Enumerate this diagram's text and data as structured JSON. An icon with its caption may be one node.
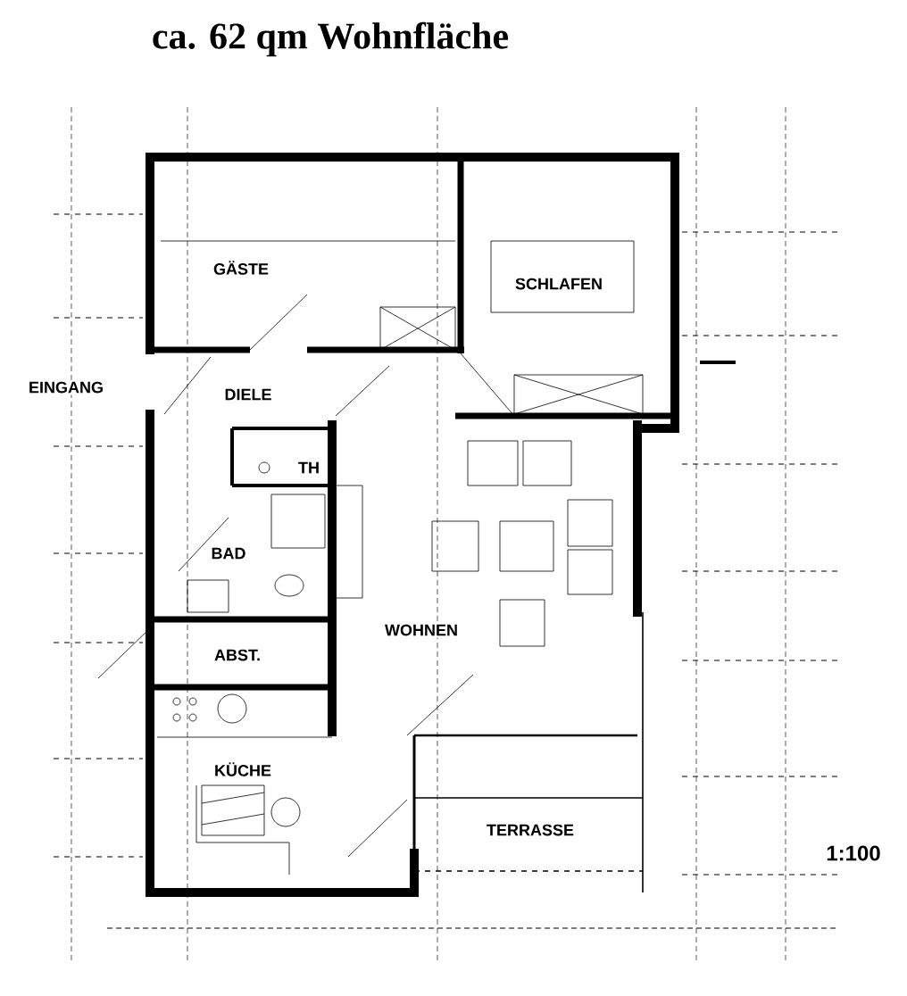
{
  "diagram": {
    "title": "ca. 62 qm Wohnfläche",
    "labels": [
      "GÄSTE",
      "SCHLAFEN",
      "EINGANG",
      "DIELE",
      "TH",
      "BAD",
      "ABST.",
      "WOHNEN",
      "KÜCHE",
      "TERRASSE",
      "1:100"
    ]
  }
}
